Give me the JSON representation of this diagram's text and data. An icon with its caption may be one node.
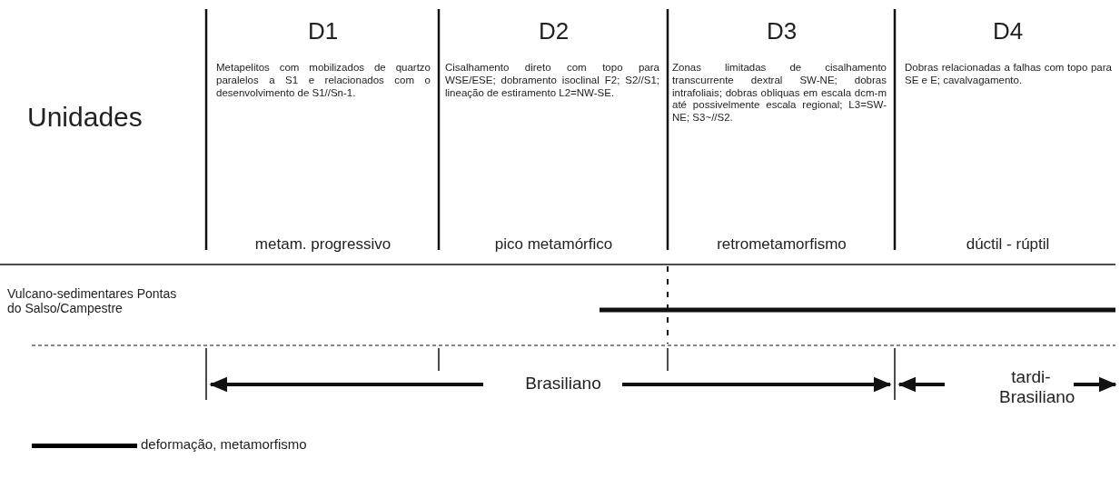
{
  "diagram": {
    "labels": [
      "Unidades",
      "D1",
      "D2",
      "D3",
      "D4",
      "Metapelitos com mobilizados de quartzo paralelos a S1 e relacionados com o desenvolvimento de S1//Sn-1.",
      "Cisalhamento direto com topo para WSE/ESE; dobramento isoclinal F2; S2//S1; lineação de estiramento L2=NW-SE.",
      "Zonas limitadas de cisalhamento transcurrente dextral SW-NE; dobras intrafoliais; dobras obliquas em escala dcm-m até possivelmente escala regional; L3=SW-NE; S3~//S2.",
      "Dobras relacionadas a falhas com topo para SE e E; cavalvagamento.",
      "metam. progressivo",
      "pico metamórfico",
      "retrometamorfismo",
      "dúctil - rúptil",
      "Vulcano-sedimentares Pontas do Salso/Campestre",
      "Brasiliano",
      "tardi-Brasiliano"
    ],
    "legend": [
      {
        "text": "deformação, metamorfismo"
      }
    ]
  }
}
